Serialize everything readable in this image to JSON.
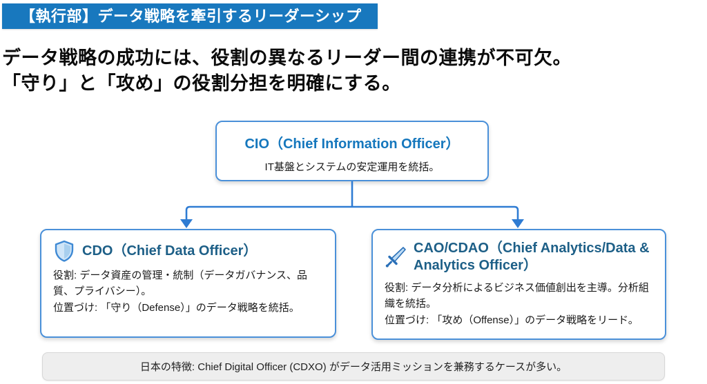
{
  "banner": {
    "title": "【執行部】データ戦略を牽引するリーダーシップ"
  },
  "headline": {
    "line1": "データ戦略の成功には、役割の異なるリーダー間の連携が不可欠。",
    "line2": "「守り」と「攻め」の役割分担を明確にする。"
  },
  "org_chart": {
    "cio": {
      "title": "CIO（Chief Information Officer）",
      "description": "IT基盤とシステムの安定運用を統括。"
    },
    "cdo": {
      "icon": "shield-icon",
      "title": "CDO（Chief Data Officer）",
      "role_line": "役割: データ資産の管理・統制（データガバナンス、品質、プライバシー）。",
      "position_line": "位置づけ: 「守り（Defense）」のデータ戦略を統括。"
    },
    "cao": {
      "icon": "sword-icon",
      "title": "CAO/CDAO（Chief Analytics/Data & Analytics Officer）",
      "role_line": "役割: データ分析によるビジネス価値創出を主導。分析組織を統括。",
      "position_line": "位置づけ: 「攻め（Offense）」のデータ戦略をリード。"
    }
  },
  "footnote": {
    "text": "日本の特徴: Chief Digital Officer (CDXO) がデータ活用ミッションを兼務するケースが多い。"
  },
  "colors": {
    "banner_bg": "#1878be",
    "box_border": "#4a90d9",
    "connector": "#2f7cd3",
    "cio_title": "#1577bd",
    "leaf_title": "#1d5f87",
    "footnote_bg": "#eeeeee"
  }
}
